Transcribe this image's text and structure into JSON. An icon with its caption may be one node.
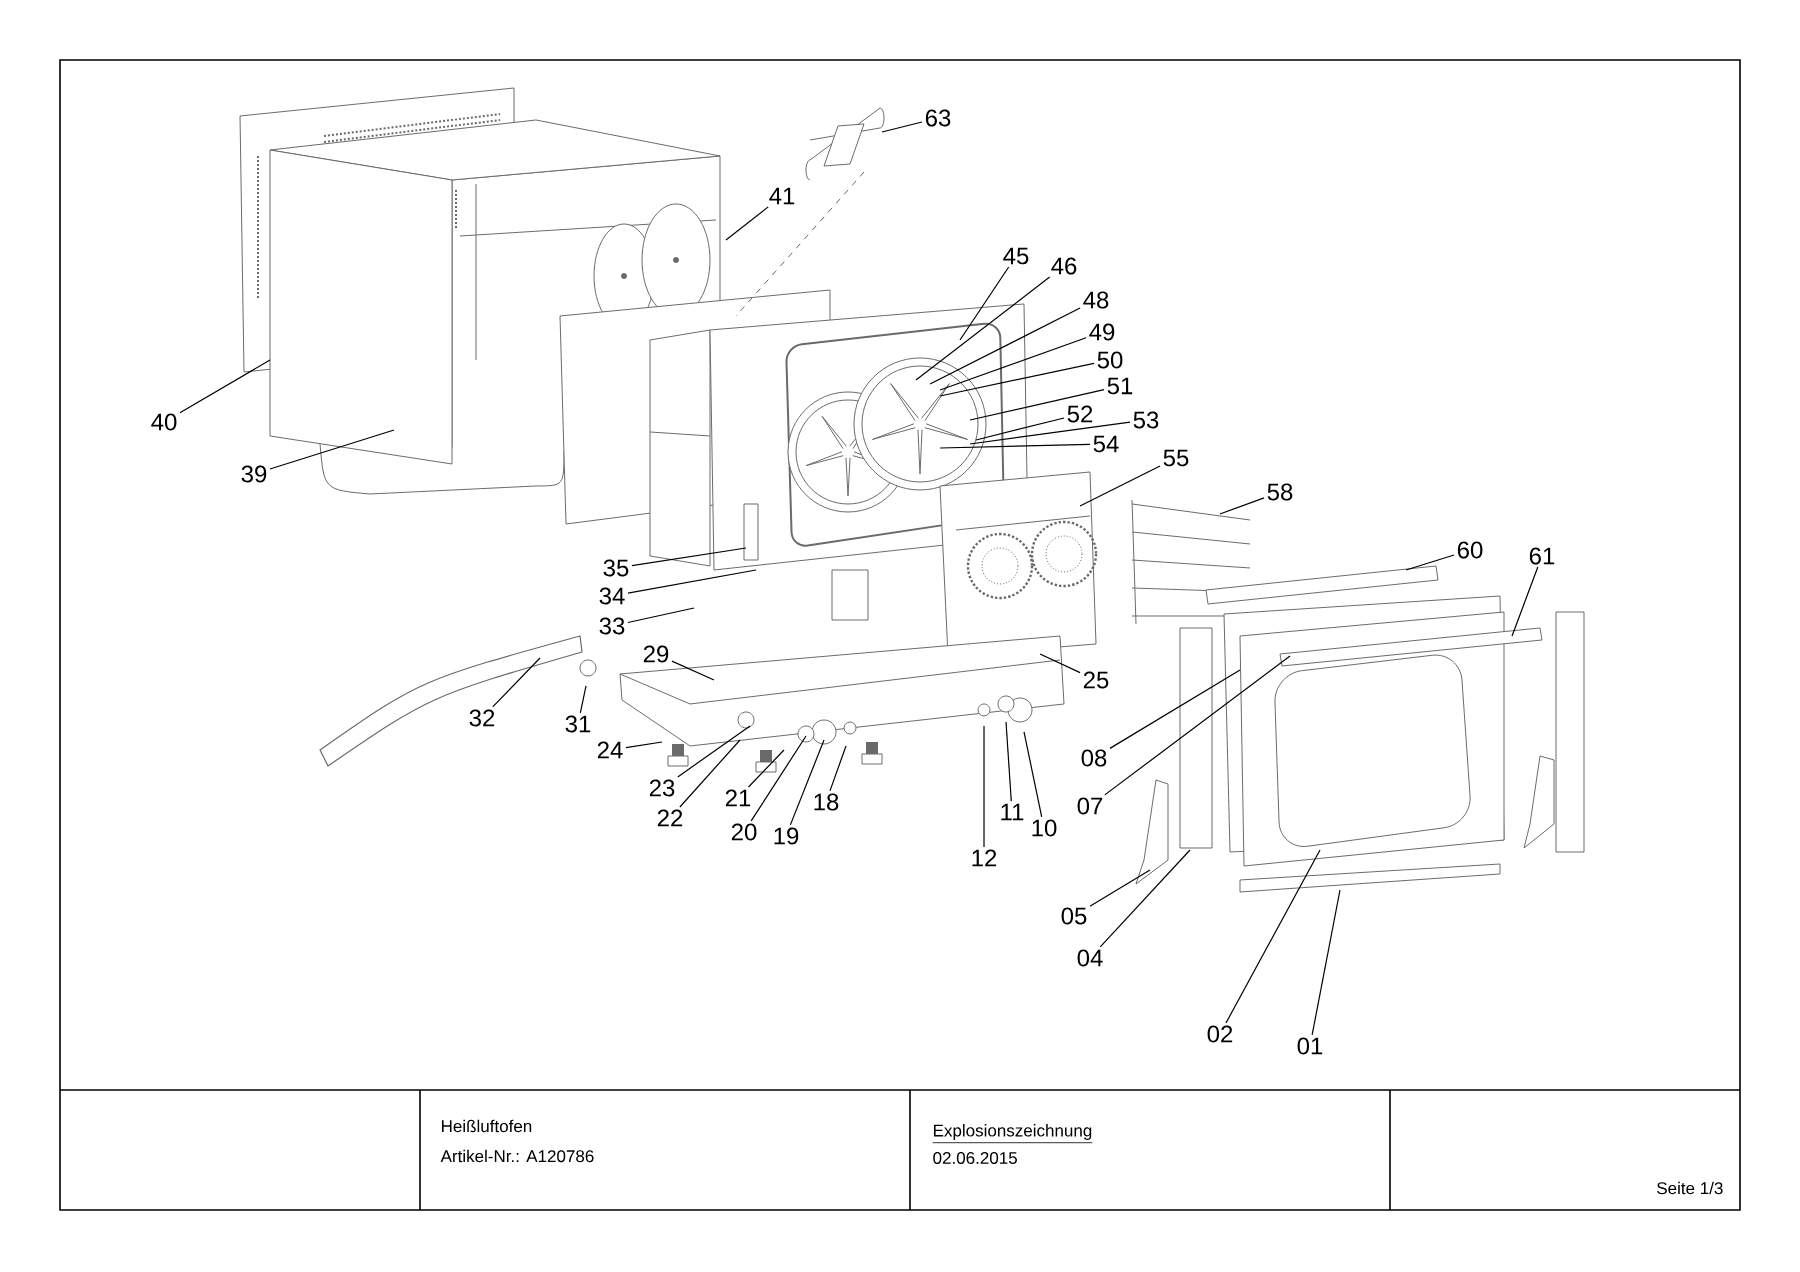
{
  "diagram": {
    "nodes": [
      {
        "text": [
          "63"
        ]
      },
      {
        "text": [
          "41"
        ]
      },
      {
        "text": [
          "40"
        ]
      },
      {
        "text": [
          "39"
        ]
      },
      {
        "text": [
          "45"
        ]
      },
      {
        "text": [
          "46"
        ]
      },
      {
        "text": [
          "48"
        ]
      },
      {
        "text": [
          "49"
        ]
      },
      {
        "text": [
          "50"
        ]
      },
      {
        "text": [
          "51"
        ]
      },
      {
        "text": [
          "52"
        ]
      },
      {
        "text": [
          "53"
        ]
      },
      {
        "text": [
          "54"
        ]
      },
      {
        "text": [
          "55"
        ]
      },
      {
        "text": [
          "58"
        ]
      },
      {
        "text": [
          "60"
        ]
      },
      {
        "text": [
          "61"
        ]
      },
      {
        "text": [
          "35"
        ]
      },
      {
        "text": [
          "34"
        ]
      },
      {
        "text": [
          "33"
        ]
      },
      {
        "text": [
          "29"
        ]
      },
      {
        "text": [
          "32"
        ]
      },
      {
        "text": [
          "31"
        ]
      },
      {
        "text": [
          "25"
        ]
      },
      {
        "text": [
          "24"
        ]
      },
      {
        "text": [
          "23"
        ]
      },
      {
        "text": [
          "22"
        ]
      },
      {
        "text": [
          "21"
        ]
      },
      {
        "text": [
          "20"
        ]
      },
      {
        "text": [
          "19"
        ]
      },
      {
        "text": [
          "18"
        ]
      },
      {
        "text": [
          "12"
        ]
      },
      {
        "text": [
          "11"
        ]
      },
      {
        "text": [
          "10"
        ]
      },
      {
        "text": [
          "08"
        ]
      },
      {
        "text": [
          "07"
        ]
      },
      {
        "text": [
          "05"
        ]
      },
      {
        "text": [
          "04"
        ]
      },
      {
        "text": [
          "02"
        ]
      },
      {
        "text": [
          "01"
        ]
      }
    ],
    "edges": [
      {
        "from": 0,
        "to": null,
        "arrow": "none"
      },
      {
        "from": 1,
        "to": null,
        "arrow": "none"
      },
      {
        "from": 2,
        "to": null,
        "arrow": "none"
      },
      {
        "from": 3,
        "to": null,
        "arrow": "none"
      },
      {
        "from": 4,
        "to": null,
        "arrow": "none"
      },
      {
        "from": 5,
        "to": null,
        "arrow": "none"
      },
      {
        "from": 6,
        "to": null,
        "arrow": "none"
      },
      {
        "from": 7,
        "to": null,
        "arrow": "none"
      },
      {
        "from": 8,
        "to": null,
        "arrow": "none"
      },
      {
        "from": 9,
        "to": null,
        "arrow": "none"
      },
      {
        "from": 10,
        "to": null,
        "arrow": "none"
      },
      {
        "from": 11,
        "to": null,
        "arrow": "none"
      },
      {
        "from": 12,
        "to": null,
        "arrow": "none"
      },
      {
        "from": 13,
        "to": null,
        "arrow": "none"
      },
      {
        "from": 14,
        "to": null,
        "arrow": "none"
      },
      {
        "from": 15,
        "to": null,
        "arrow": "none"
      },
      {
        "from": 16,
        "to": null,
        "arrow": "none"
      },
      {
        "from": 17,
        "to": null,
        "arrow": "none"
      },
      {
        "from": 18,
        "to": null,
        "arrow": "none"
      },
      {
        "from": 19,
        "to": null,
        "arrow": "none"
      },
      {
        "from": 20,
        "to": null,
        "arrow": "none"
      },
      {
        "from": 21,
        "to": null,
        "arrow": "none"
      },
      {
        "from": 22,
        "to": null,
        "arrow": "none"
      },
      {
        "from": 23,
        "to": null,
        "arrow": "none"
      },
      {
        "from": 24,
        "to": null,
        "arrow": "none"
      },
      {
        "from": 25,
        "to": null,
        "arrow": "none"
      },
      {
        "from": 26,
        "to": null,
        "arrow": "none"
      },
      {
        "from": 27,
        "to": null,
        "arrow": "none"
      },
      {
        "from": 28,
        "to": null,
        "arrow": "none"
      },
      {
        "from": 29,
        "to": null,
        "arrow": "none"
      },
      {
        "from": 30,
        "to": null,
        "arrow": "none"
      },
      {
        "from": 31,
        "to": null,
        "arrow": "none"
      },
      {
        "from": 32,
        "to": null,
        "arrow": "none"
      },
      {
        "from": 33,
        "to": null,
        "arrow": "none"
      },
      {
        "from": 34,
        "to": null,
        "arrow": "none"
      },
      {
        "from": 35,
        "to": null,
        "arrow": "none"
      },
      {
        "from": 36,
        "to": null,
        "arrow": "none"
      },
      {
        "from": 37,
        "to": null,
        "arrow": "none"
      },
      {
        "from": 38,
        "to": null,
        "arrow": "none"
      },
      {
        "from": 39,
        "to": null,
        "arrow": "none"
      }
    ],
    "labels": [
      "Heißluftofen",
      "Artikel-Nr.: A120786",
      "Explosionszeichnung",
      "02.06.2015",
      "Seite 1/3"
    ]
  }
}
